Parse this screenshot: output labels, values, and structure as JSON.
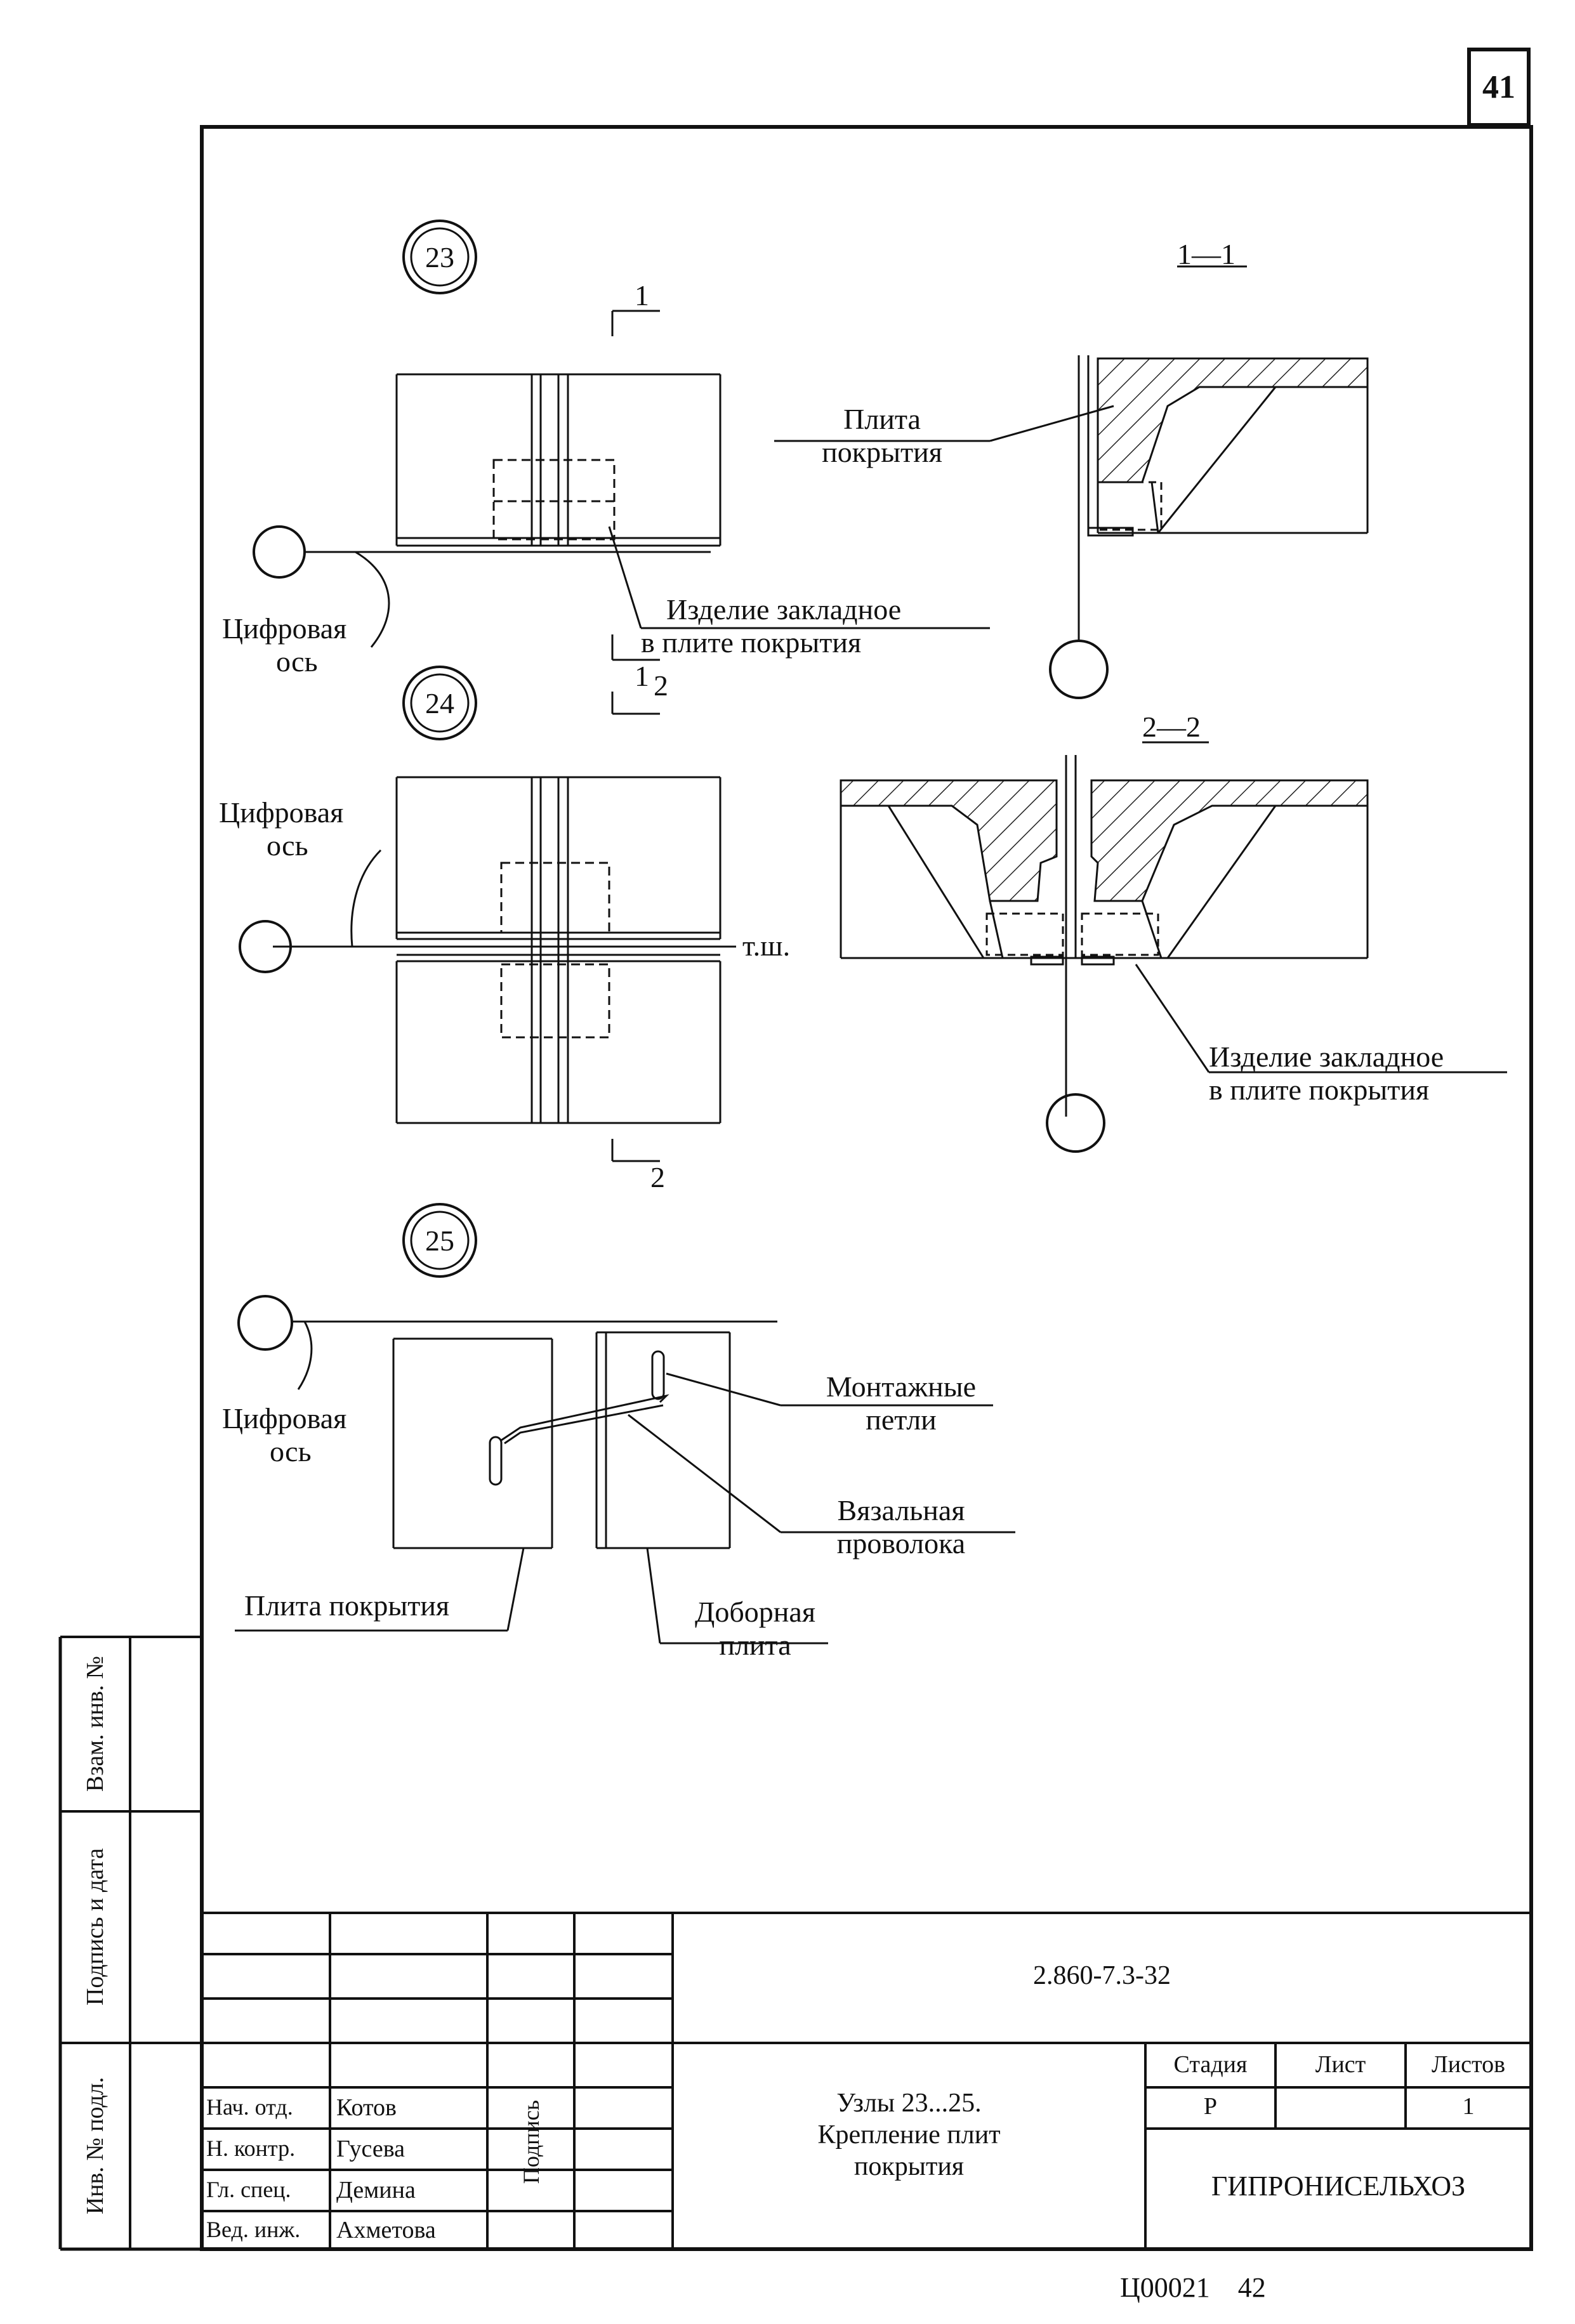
{
  "page_number": "41",
  "nodes": {
    "node23": "23",
    "node24": "24",
    "node25": "25"
  },
  "sections": {
    "s1": "1—1",
    "s2": "2—2",
    "cut1_a": "1",
    "cut1_b": "1",
    "cut2_a": "2",
    "cut2_b": "2"
  },
  "labels": {
    "plita_line1": "Плита",
    "plita_line2": "покрытия",
    "axis1_line1": "Цифровая",
    "axis1_line2": "ось",
    "izdelie1_line1": "Изделие закладное",
    "izdelie1_line2": "в плите покрытия",
    "axis2_line1": "Цифровая",
    "axis2_line2": "ось",
    "tsh": "т.ш.",
    "izdelie2_line1": "Изделие закладное",
    "izdelie2_line2": "в плите покрытия",
    "axis3_line1": "Цифровая",
    "axis3_line2": "ось",
    "montazh_line1": "Монтажные",
    "montazh_line2": "петли",
    "vyaz_line1": "Вязальная",
    "vyaz_line2": "проволока",
    "plita_pokr": "Плита покрытия",
    "dobor_line1": "Доборная",
    "dobor_line2": "плита"
  },
  "side_stamp": {
    "vzam": "Взам. инв. №",
    "podpis_data": "Подпись и дата",
    "inv_podl": "Инв. № подл."
  },
  "title_block": {
    "code": "2.860-7.3-32",
    "roles": [
      "Нач. отд.",
      "Н. контр.",
      "Гл. спец.",
      "Вед. инж."
    ],
    "names": [
      "Котов",
      "Гусева",
      "Демина",
      "Ахметова"
    ],
    "podpis": "Подпись",
    "title_line1": "Узлы 23...25.",
    "title_line2": "Крепление плит",
    "title_line3": "покрытия",
    "stadiya_h": "Стадия",
    "list_h": "Лист",
    "listov_h": "Листов",
    "stadiya": "Р",
    "list": "",
    "listov": "1",
    "org": "ГИПРОНИСЕЛЬХОЗ"
  },
  "footer": "Ц00021    42"
}
